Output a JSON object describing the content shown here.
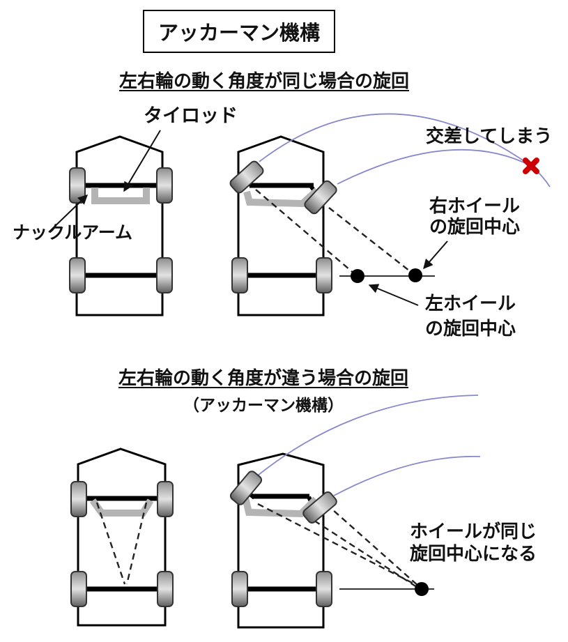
{
  "title": "アッカーマン機構",
  "section_same_angle": {
    "heading": "左右輪の動く角度が同じ場合の旋回",
    "label_tie_rod": "タイロッド",
    "label_knuckle_arm": "ナックルアーム",
    "label_crossing": "交差してしまう",
    "label_right_wheel_center": "右ホイール\nの旋回中心",
    "label_left_wheel_center": "左ホイール\nの旋回中心"
  },
  "section_different_angle": {
    "heading": "左右輪の動く角度が違う場合の旋回",
    "subheading": "（アッカーマン機構）",
    "label_same_center": "ホイールが同じ\n旋回中心になる"
  },
  "colors": {
    "turning_arc": "#8888cc",
    "cross_mark": "#cc0000",
    "tie_rod_gray": "#b4b4b4",
    "wheel_border": "#333333"
  }
}
